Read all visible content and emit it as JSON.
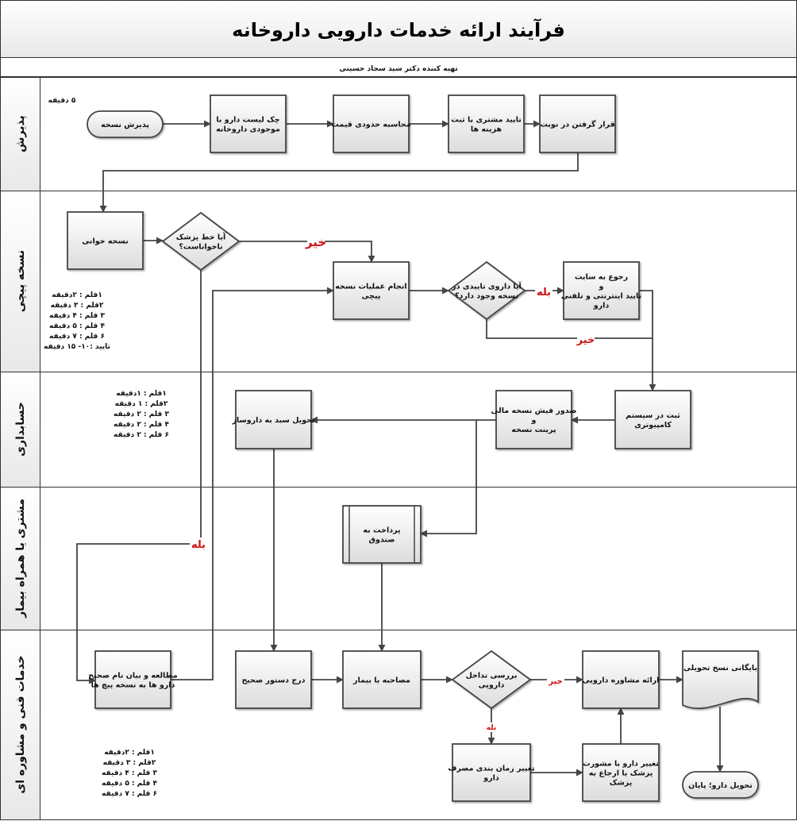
{
  "header": {
    "title": "فرآیند ارائه خدمات دارویی داروخانه",
    "subtitle": "تهیه کننده دکتر سید سجاد حسینی"
  },
  "lanes": [
    {
      "label": "پذیرش"
    },
    {
      "label": "نسخه پیچی"
    },
    {
      "label": "حسابداری"
    },
    {
      "label": "مشتری یا همراه بیمار"
    },
    {
      "label": "خدمات فنی و مشاوره ای"
    }
  ],
  "nodes": {
    "start": {
      "shape": "terminal",
      "lines": [
        "پذیرش نسخه"
      ]
    },
    "check_list": {
      "shape": "process",
      "lines": [
        "چک لیست دارو با",
        "موجودی داروخانه"
      ]
    },
    "price": {
      "shape": "process",
      "lines": [
        "محاسبه حدودی قیمت"
      ]
    },
    "confirm": {
      "shape": "process",
      "lines": [
        "تایید مشتری با ثبت",
        "هزینه ها"
      ]
    },
    "queue": {
      "shape": "process",
      "lines": [
        "قرار گرفتن در نوبت"
      ]
    },
    "read": {
      "shape": "process",
      "lines": [
        "نسخه خوانی"
      ]
    },
    "illegible": {
      "shape": "decision",
      "lines": [
        "آیا خط پزشک",
        "ناخواناست؟"
      ]
    },
    "dispense": {
      "shape": "process",
      "lines": [
        "انجام عملیات نسخه",
        "پیچی"
      ]
    },
    "approval_q": {
      "shape": "decision",
      "lines": [
        "آیا داروی تاییدی در",
        "نسخه وجود دارد؟"
      ]
    },
    "site": {
      "shape": "process",
      "lines": [
        "رجوع به سایت",
        "و",
        "تایید اینترنتی و تلفنی",
        "دارو"
      ]
    },
    "register": {
      "shape": "process",
      "lines": [
        "ثبت در سیستم",
        "کامپیوتری"
      ]
    },
    "invoice": {
      "shape": "process",
      "lines": [
        "صدور فیش نسخه مالی",
        "و",
        "پرینت نسخه"
      ]
    },
    "basket": {
      "shape": "process",
      "lines": [
        "تحویل سبد به داروساز"
      ]
    },
    "pay": {
      "shape": "predefined",
      "lines": [
        "پرداخت به",
        "صندوق"
      ]
    },
    "study": {
      "shape": "process",
      "lines": [
        "مطالعه و بیان نام صحیح",
        "دارو ها به نسخه پیچ ها"
      ]
    },
    "instr": {
      "shape": "process",
      "lines": [
        "درج دستور صحیح"
      ]
    },
    "interview": {
      "shape": "process",
      "lines": [
        "مصاحبه با بیمار"
      ]
    },
    "interaction": {
      "shape": "decision",
      "lines": [
        "بررسی تداخل",
        "دارویی"
      ]
    },
    "counsel": {
      "shape": "process",
      "lines": [
        "ارائه مشاوره دارویی"
      ]
    },
    "archive": {
      "shape": "document",
      "lines": [
        "بایگانی نسخ تحویلی"
      ]
    },
    "end": {
      "shape": "terminal",
      "lines": [
        "تحویل دارو؛ پایان"
      ]
    },
    "reschedule": {
      "shape": "process",
      "lines": [
        "تغییر زمان بندی مصرف",
        "دارو"
      ]
    },
    "change": {
      "shape": "process",
      "lines": [
        "تغییر دارو با مشورت",
        "پزشک یا ارجاع به",
        "پزشک"
      ]
    }
  },
  "edge_labels": {
    "illegible_no": "خیر",
    "illegible_yes": "بله",
    "approval_yes": "بله",
    "approval_no": "خیر",
    "interaction_no": "خیر",
    "interaction_yes": "بله"
  },
  "notes": {
    "reception": [
      "۵ دقیقه"
    ],
    "dispensing": [
      "۱قلم : ۲دقیقه",
      "۲قلم : ۳ دقیقه",
      "۳ قلم : ۴ دقیقه",
      "۴ قلم : ۵ دقیقه",
      "۶ قلم : ۷ دقیقه",
      "تایید :۱۰- ۱۵ دقیقه"
    ],
    "accounting": [
      "۱قلم : ۱دقیقه",
      "۲قلم : ۱ دقیقه",
      "۳ قلم : ۲ دقیقه",
      "۴ قلم : ۲ دقیقه",
      "۶ قلم : ۲ دقیقه"
    ],
    "counseling": [
      "۱قلم : ۲دقیقه",
      "۲قلم : ۳ دقیقه",
      "۳ قلم : ۴ دقیقه",
      "۴ قلم : ۵ دقیقه",
      "۶ قلم : ۷ دقیقه"
    ]
  },
  "colors": {
    "label_red": "#d01010",
    "line": "#444444",
    "box_fill_top": "#ffffff",
    "box_fill_bottom": "#dcdcdc"
  }
}
